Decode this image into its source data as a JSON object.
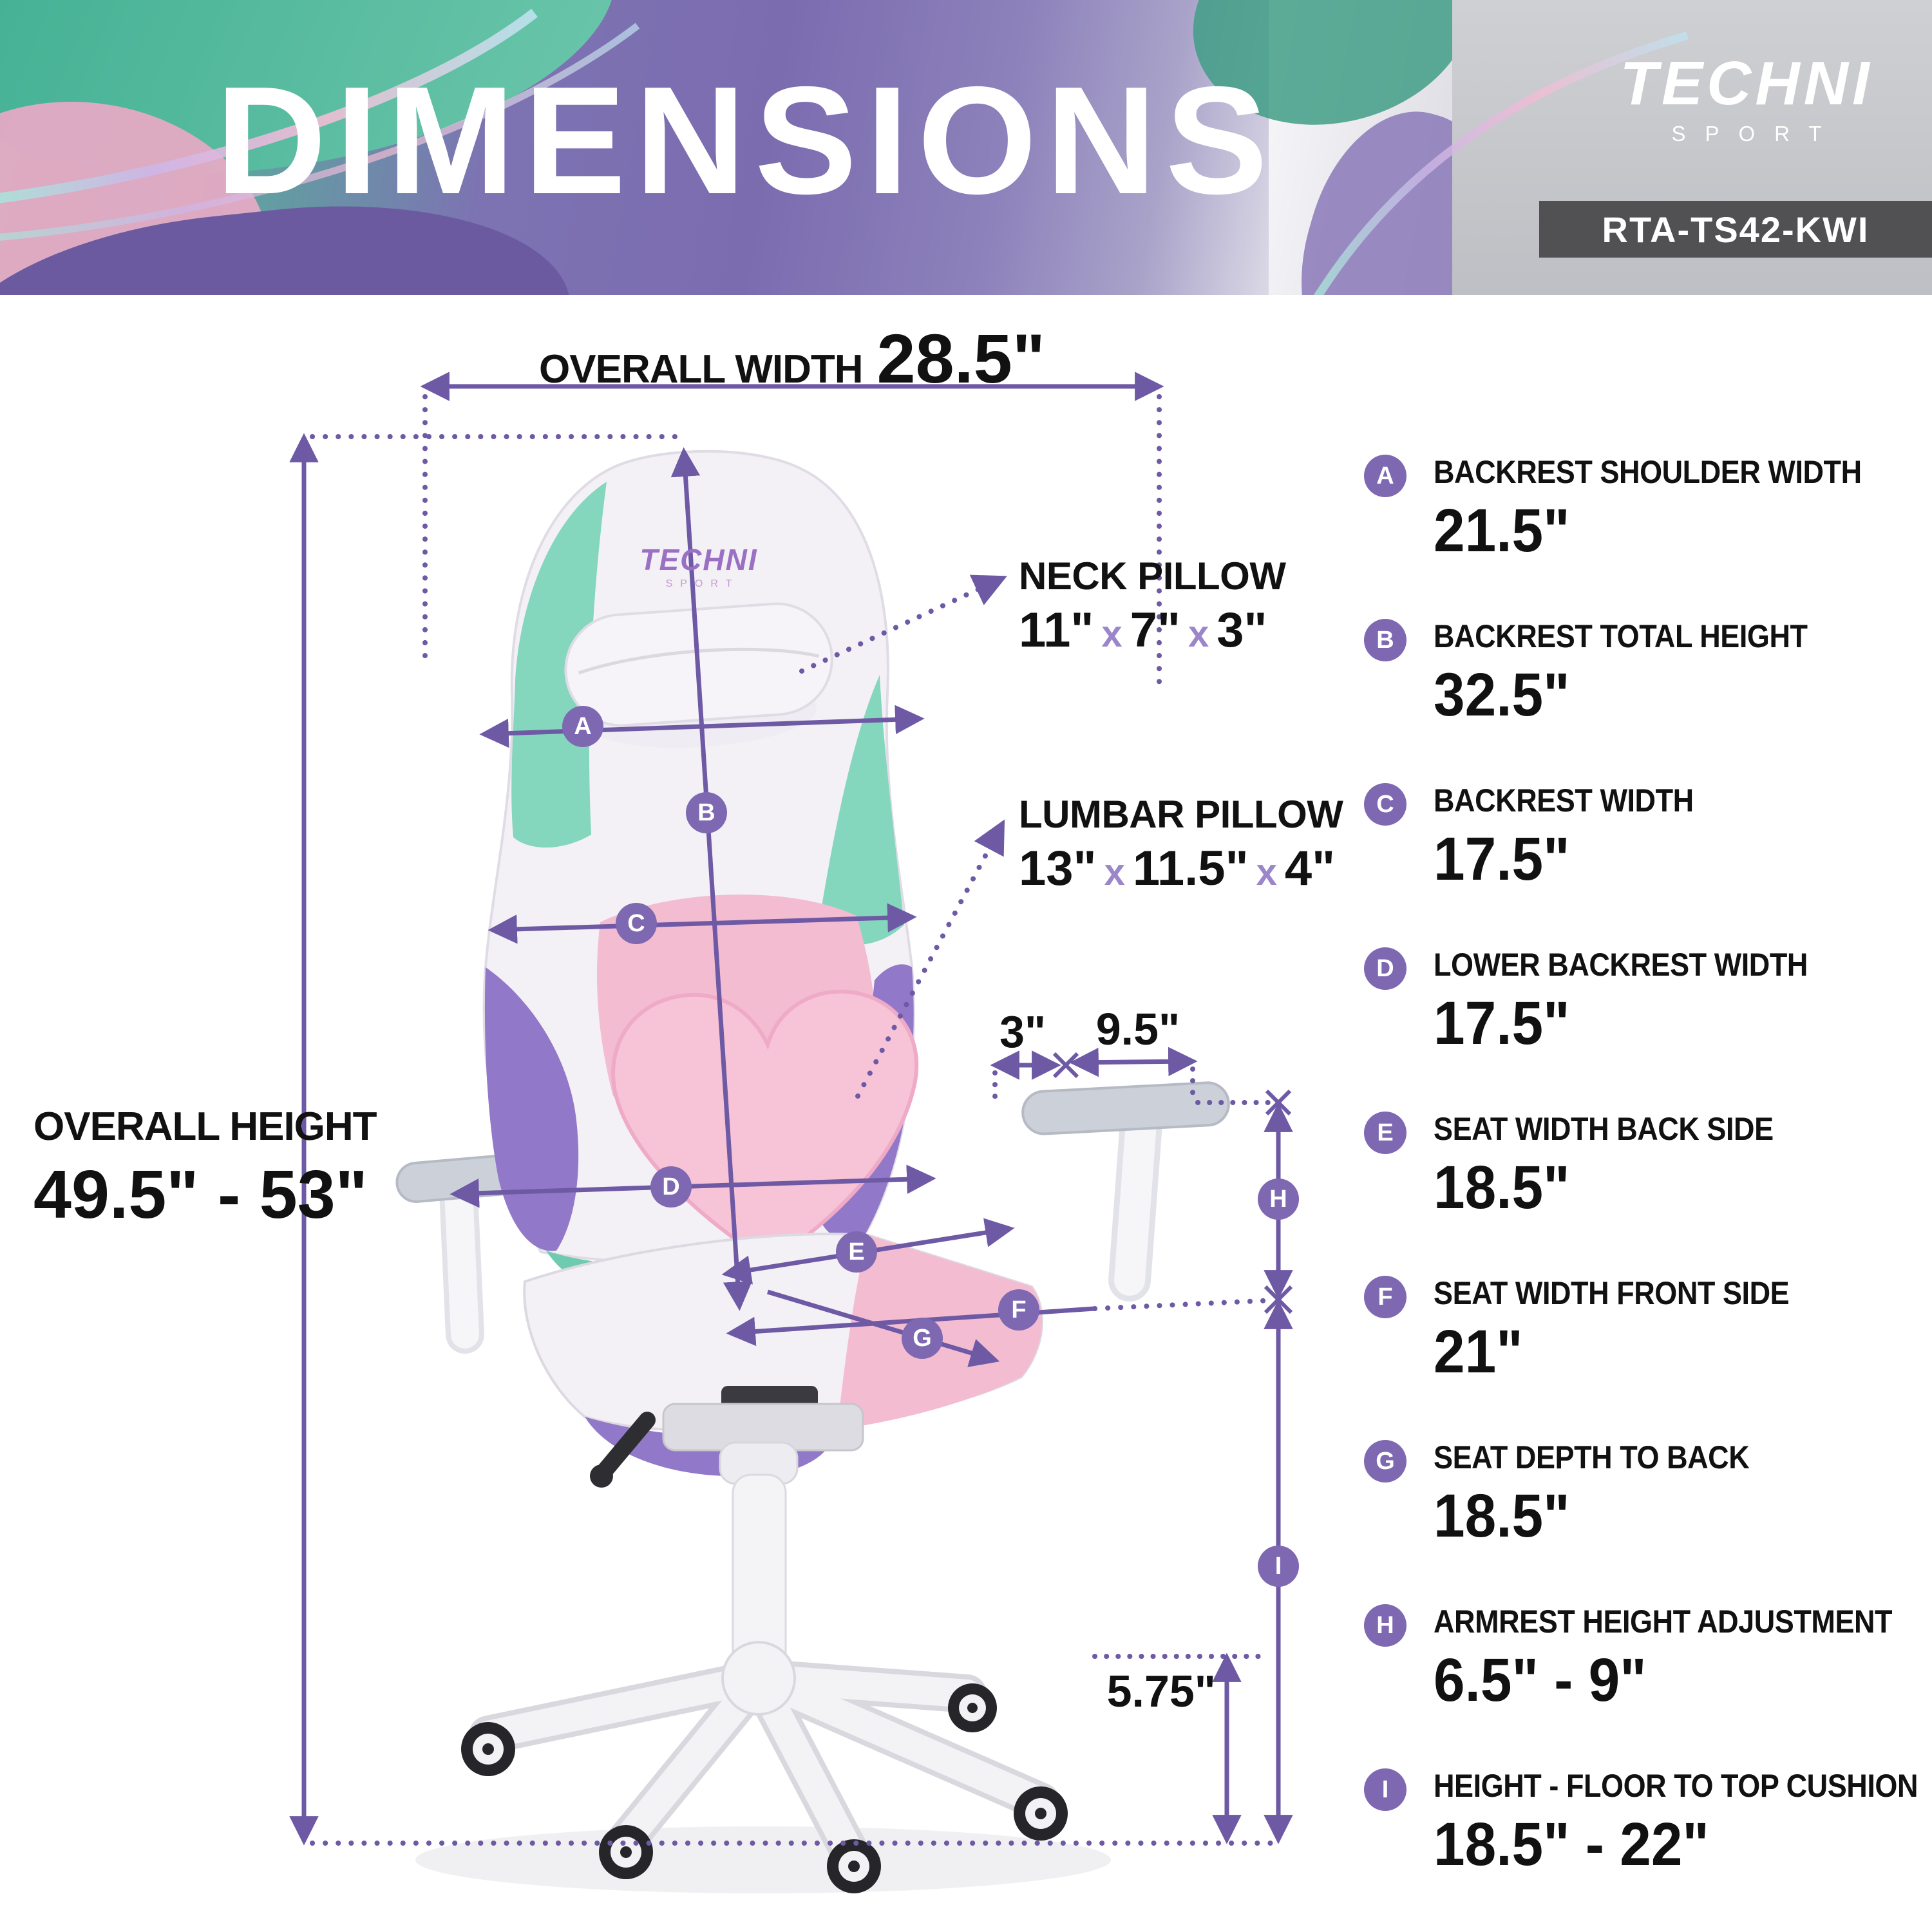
{
  "header": {
    "title": "DIMENSIONS",
    "brand": {
      "line1": "TECHNI",
      "line2": "SPORT"
    },
    "model": "RTA-TS42-KWI"
  },
  "chair_logo": {
    "line1": "TECHNI",
    "line2": "SPORT"
  },
  "annotations": {
    "overall_width": {
      "label": "OVERALL WIDTH",
      "value": "28.5\""
    },
    "overall_height": {
      "label": "OVERALL HEIGHT",
      "value": "49.5\" - 53\""
    },
    "neck_pillow": {
      "label": "NECK PILLOW",
      "dims": [
        "11\"",
        "7\"",
        "3\""
      ],
      "sep": "x"
    },
    "lumbar_pillow": {
      "label": "LUMBAR PILLOW",
      "dims": [
        "13\"",
        "11.5\"",
        "4\""
      ],
      "sep": "x"
    },
    "armrest_depth": "3\"",
    "armrest_length": "9.5\"",
    "base_height": "5.75\""
  },
  "specs": [
    {
      "letter": "A",
      "label": "BACKREST SHOULDER WIDTH",
      "value": "21.5\""
    },
    {
      "letter": "B",
      "label": "BACKREST TOTAL HEIGHT",
      "value": "32.5\""
    },
    {
      "letter": "C",
      "label": "BACKREST WIDTH",
      "value": "17.5\""
    },
    {
      "letter": "D",
      "label": "LOWER BACKREST WIDTH",
      "value": "17.5\""
    },
    {
      "letter": "E",
      "label": "SEAT WIDTH BACK SIDE",
      "value": "18.5\""
    },
    {
      "letter": "F",
      "label": "SEAT WIDTH FRONT SIDE",
      "value": "21\""
    },
    {
      "letter": "G",
      "label": "SEAT DEPTH TO BACK",
      "value": "18.5\""
    },
    {
      "letter": "H",
      "label": "ARMREST HEIGHT ADJUSTMENT",
      "value": "6.5\" - 9\""
    },
    {
      "letter": "I",
      "label": "HEIGHT - FLOOR TO TOP CUSHION",
      "value": "18.5\" - 22\""
    }
  ],
  "colors": {
    "accent": "#6e59a5",
    "marker": "#7e68b2",
    "mint": "#84d6bd",
    "pink": "#f3bcd1",
    "purple": "#9278c8",
    "badge_bg": "#515154"
  }
}
